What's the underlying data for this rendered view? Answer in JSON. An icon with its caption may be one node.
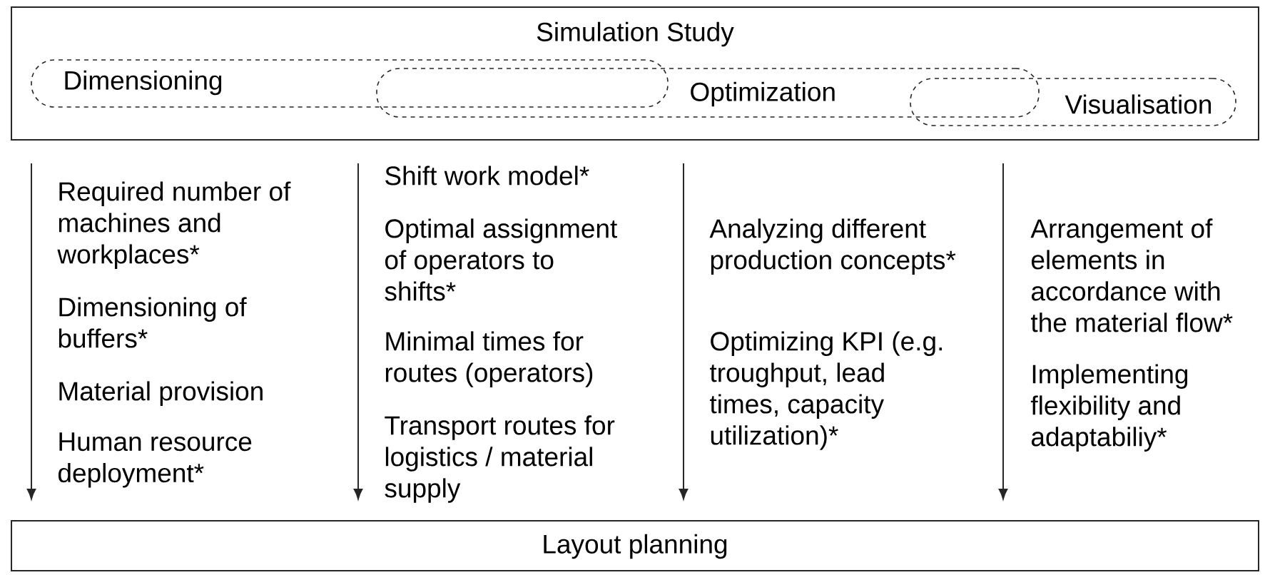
{
  "diagram": {
    "nodes": [
      {
        "text": [
          "Simulation Study"
        ]
      },
      {
        "text": [
          "Dimensioning"
        ],
        "in": 0
      },
      {
        "text": [
          "Optimization"
        ],
        "in": 0
      },
      {
        "text": [
          "Visualisation"
        ],
        "in": 0
      },
      {
        "text": [
          "Layout planning"
        ]
      }
    ],
    "edges": [
      {
        "from": 0,
        "to": 4,
        "arrow": "to"
      },
      {
        "from": 0,
        "to": 4,
        "arrow": "to"
      },
      {
        "from": 0,
        "to": 4,
        "arrow": "to"
      },
      {
        "from": 0,
        "to": 4,
        "arrow": "to"
      }
    ],
    "labels": [
      "Required number of machines and workplaces*",
      "Dimensioning of buffers*",
      "Material provision",
      "Human resource deployment*",
      "Shift work model*",
      "Optimal assignment of operators to shifts*",
      "Minimal times for routes (operators)",
      "Transport routes for logistics / material supply",
      "Analyzing different production concepts*",
      "Optimizing KPI (e.g. troughput, lead times, capacity utilization)*",
      "Arrangement of elements in accordance with the material flow*",
      "Implementing flexibility and adaptabiliy*"
    ]
  }
}
